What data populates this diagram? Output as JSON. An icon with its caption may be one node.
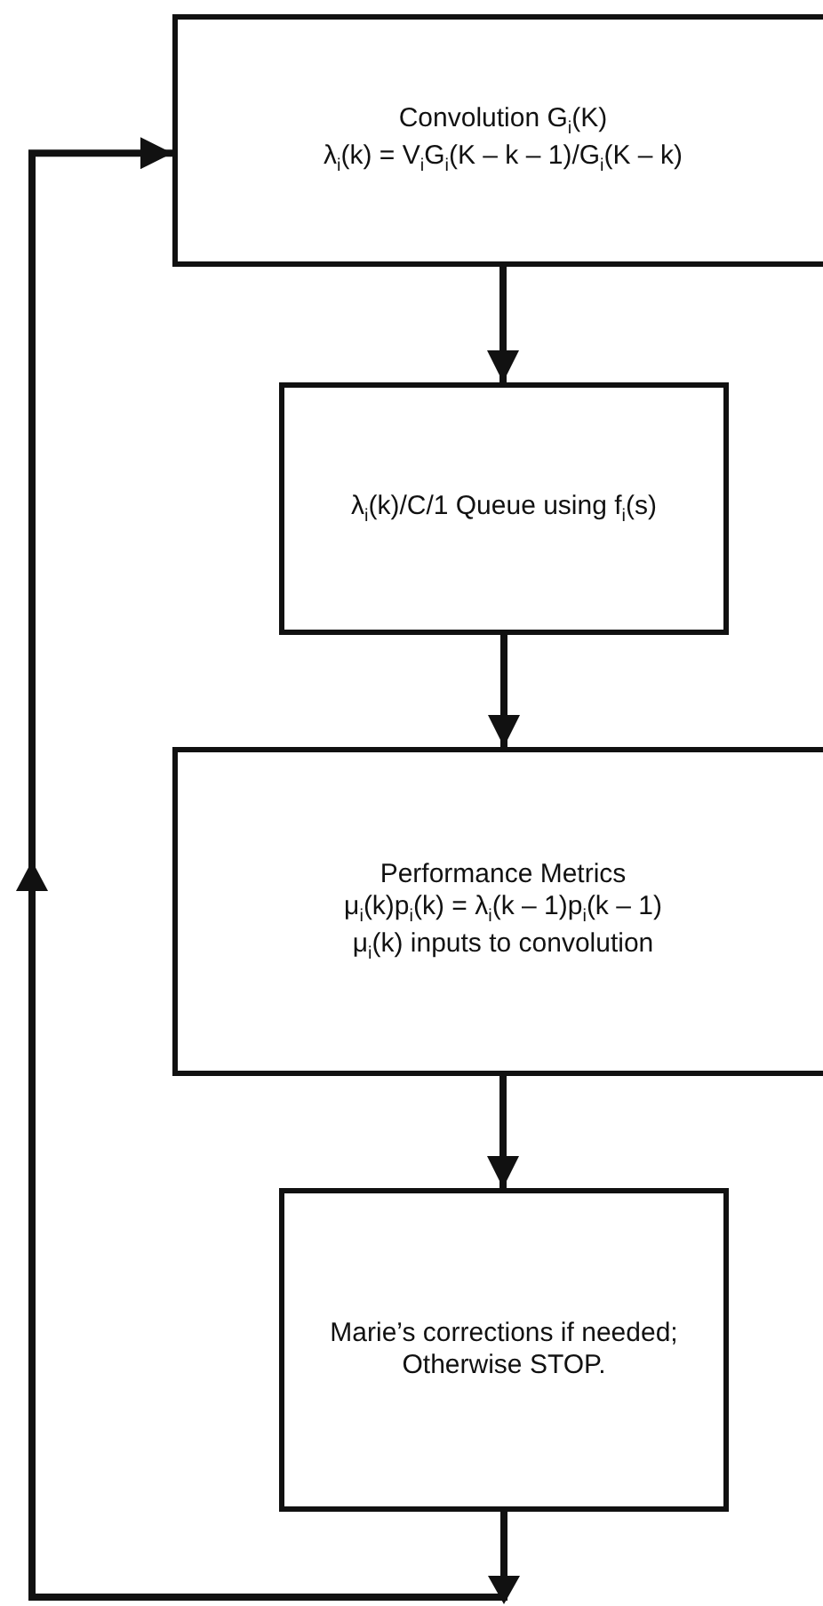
{
  "diagram": {
    "nodes": [
      {
        "text": [
          "Convolution G$_{i}$(K)",
          "λ$_{i}$(k) = V$_{i}$G$_{i}$(K – k – 1)/G$_{i}$(K – k)"
        ]
      },
      {
        "text": [
          "λ$_{i}$(k)/C/1 Queue using f$_{i}$(s)"
        ]
      },
      {
        "text": [
          "Performance Metrics",
          "μ$_{i}$(k)p$_{i}$(k) = λ$_{i}$(k – 1)p$_{i}$(k – 1)",
          "μ$_{i}$(k) inputs to convolution"
        ]
      },
      {
        "text": [
          "Marie’s corrections if needed; Otherwise STOP."
        ]
      }
    ],
    "edges": [
      {
        "from": 0,
        "to": 1,
        "arrow": "to"
      },
      {
        "from": 1,
        "to": 2,
        "arrow": "to"
      },
      {
        "from": 2,
        "to": 3,
        "arrow": "to"
      },
      {
        "from": 3,
        "to": 0,
        "arrow": "to"
      }
    ]
  }
}
